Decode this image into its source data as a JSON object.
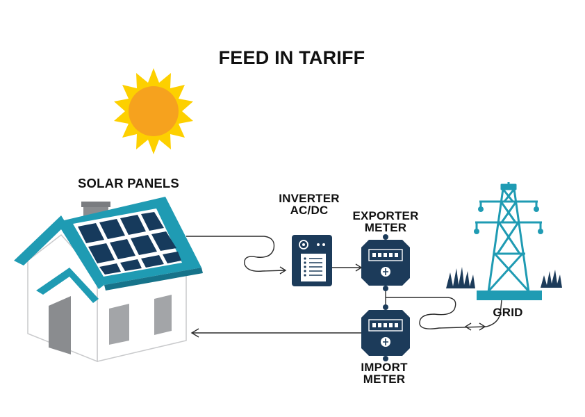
{
  "title": "FEED IN TARIFF",
  "labels": {
    "solar_panels": "SOLAR PANELS",
    "inverter_line1": "INVERTER",
    "inverter_line2": "AC/DC",
    "exporter_line1": "EXPORTER",
    "exporter_line2": "METER",
    "grid": "GRID",
    "import_line1": "IMPORT",
    "import_line2": "METER"
  },
  "colors": {
    "navy": "#1c3b5a",
    "teal": "#1f9bb3",
    "sun_core": "#f6a21e",
    "sun_rays": "#fdd000",
    "panel": "#163a5c",
    "wall": "#ffffff",
    "wall_shade": "#e3e4e5",
    "window": "#a3a5a8",
    "chimney": "#8a8c8f",
    "grass": "#1c3b5a"
  },
  "icons": [
    "sun-icon",
    "house-icon",
    "inverter-icon",
    "exporter-meter-icon",
    "import-meter-icon",
    "transmission-tower-icon",
    "grass-icon"
  ]
}
